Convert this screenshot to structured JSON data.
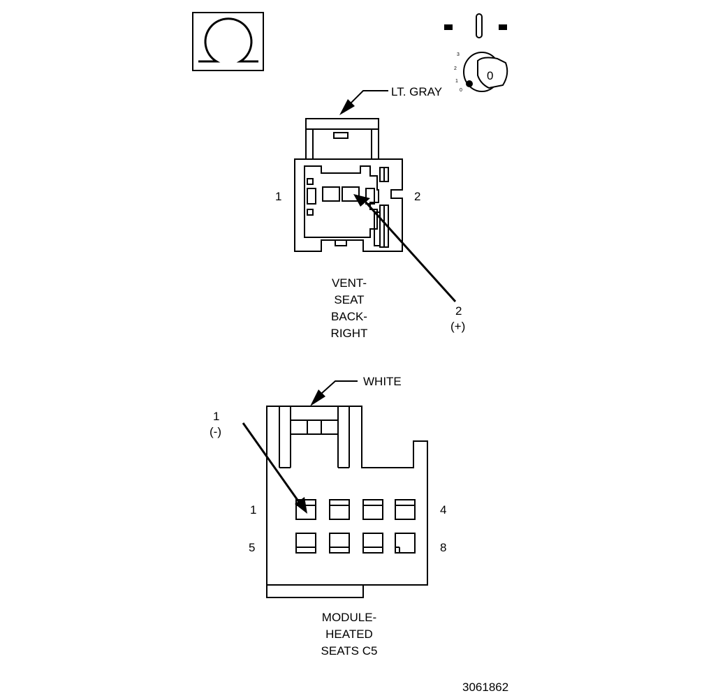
{
  "test_symbol": {
    "icon": "ohmmeter-icon"
  },
  "ignition_key": {
    "icon": "ignition-key-icon",
    "positions": [
      "3",
      "2",
      "1",
      "0"
    ],
    "key_label": "0"
  },
  "connector_top": {
    "color_label": "LT. GRAY",
    "pin_left": "1",
    "pin_right": "2",
    "probe_pin": "2",
    "probe_polarity": "(+)",
    "name_lines": [
      "VENT-",
      "SEAT",
      "BACK-",
      "RIGHT"
    ]
  },
  "connector_bottom": {
    "color_label": "WHITE",
    "probe_pin": "1",
    "probe_polarity": "(-)",
    "row1_left": "1",
    "row1_right": "4",
    "row2_left": "5",
    "row2_right": "8",
    "name_lines": [
      "MODULE-",
      "HEATED",
      "SEATS C5"
    ]
  },
  "figure_id": "3061862"
}
